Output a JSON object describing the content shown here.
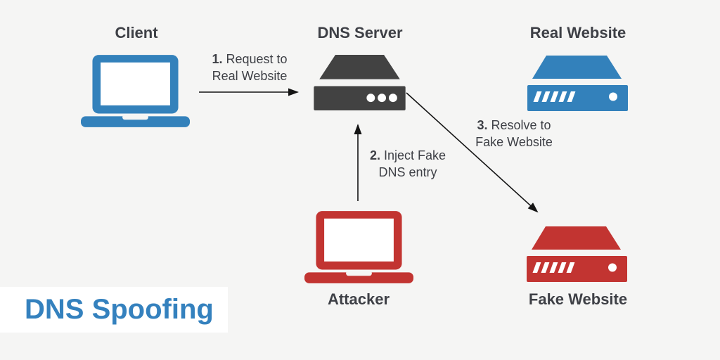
{
  "title": {
    "text": "DNS Spoofing"
  },
  "nodes": {
    "client": {
      "label": "Client"
    },
    "dns_server": {
      "label": "DNS Server"
    },
    "real_website": {
      "label": "Real Website"
    },
    "attacker": {
      "label": "Attacker"
    },
    "fake_website": {
      "label": "Fake Website"
    }
  },
  "steps": [
    {
      "num": "1.",
      "line1": "Request to",
      "line2": "Real Website"
    },
    {
      "num": "2.",
      "line1": "Inject Fake",
      "line2": "DNS entry"
    },
    {
      "num": "3.",
      "line1": "Resolve to",
      "line2": "Fake Website"
    }
  ],
  "colors": {
    "background": "#f5f5f4",
    "blue": "#3381bb",
    "red": "#c23431",
    "dark": "#424242",
    "title_blue": "#3481be",
    "text": "#3e4046",
    "arrow": "#141414",
    "title_box_bg": "#ffffff"
  }
}
